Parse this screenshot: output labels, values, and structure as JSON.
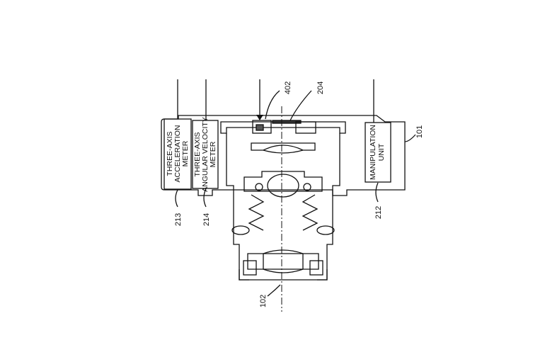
{
  "box_labels": {
    "acceleration_line1": "THREE-AXIS",
    "acceleration_line2": "ACCELERATION",
    "acceleration_line3": "METER",
    "angular_line1": "THREE-AXIS",
    "angular_line2": "ANGULAR VELOCITY",
    "angular_line3": "METER",
    "manipulation_line1": "MANIPULATION",
    "manipulation_line2": "UNIT"
  },
  "reference_numerals": {
    "body": "101",
    "optical_axis": "102",
    "element_204": "204",
    "element_402": "402",
    "acceleration_meter": "213",
    "angular_velocity_meter": "214",
    "manipulation_unit": "212"
  }
}
